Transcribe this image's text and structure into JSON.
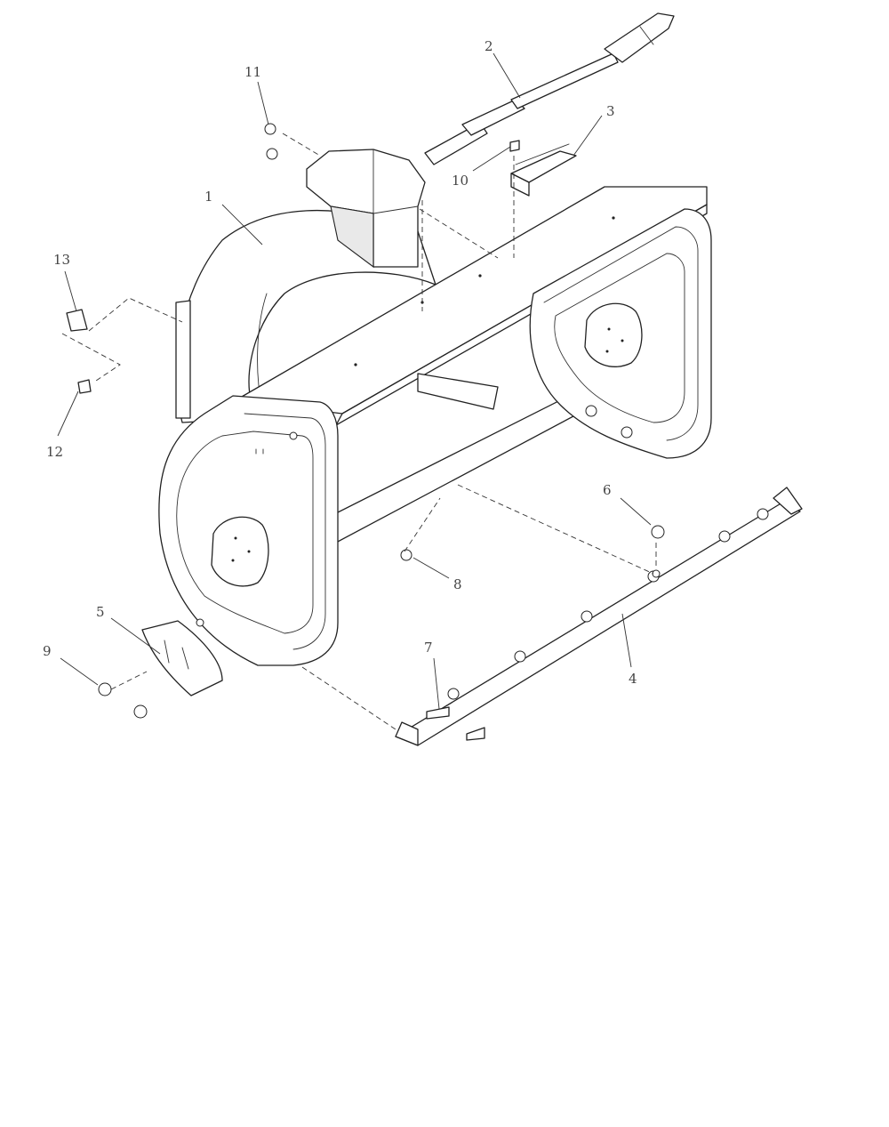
{
  "callouts": [
    {
      "id": "1",
      "label": "1"
    },
    {
      "id": "2",
      "label": "2"
    },
    {
      "id": "3",
      "label": "3"
    },
    {
      "id": "4",
      "label": "4"
    },
    {
      "id": "5",
      "label": "5"
    },
    {
      "id": "6",
      "label": "6"
    },
    {
      "id": "7",
      "label": "7"
    },
    {
      "id": "8",
      "label": "8"
    },
    {
      "id": "9",
      "label": "9"
    },
    {
      "id": "10",
      "label": "10"
    },
    {
      "id": "11",
      "label": "11"
    },
    {
      "id": "12",
      "label": "12"
    },
    {
      "id": "13",
      "label": "13"
    }
  ],
  "colors": {
    "line": "#222222",
    "label": "#444444",
    "background": "#ffffff"
  }
}
